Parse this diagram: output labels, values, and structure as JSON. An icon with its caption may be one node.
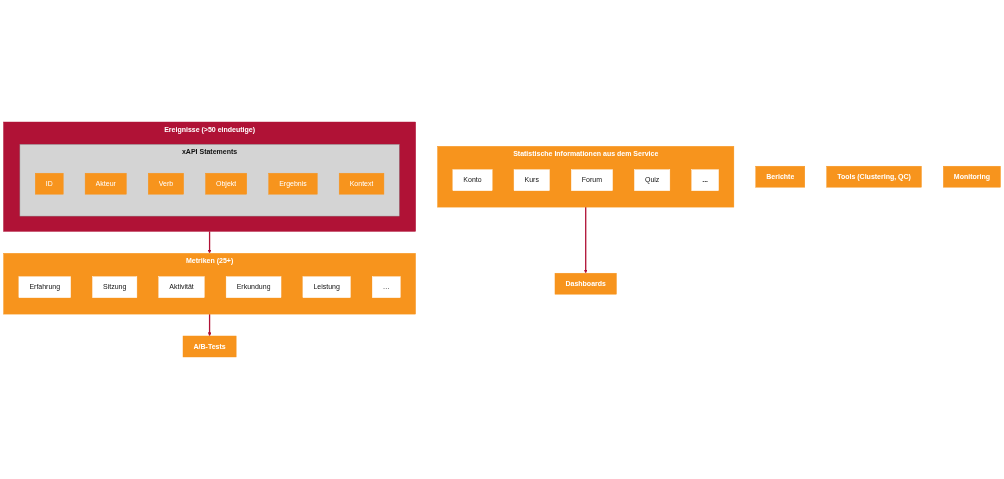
{
  "diagram": {
    "nodes": [
      {
        "text": [
          "Ereignisse (>50 eindeutige)"
        ]
      },
      {
        "text": [
          "xAPI Statements"
        ],
        "in": 0
      },
      {
        "text": [
          "ID"
        ],
        "in": 1
      },
      {
        "text": [
          "Akteur"
        ],
        "in": 1
      },
      {
        "text": [
          "Verb"
        ],
        "in": 1
      },
      {
        "text": [
          "Objekt"
        ],
        "in": 1
      },
      {
        "text": [
          "Ergebnis"
        ],
        "in": 1
      },
      {
        "text": [
          "Kontext"
        ],
        "in": 1
      },
      {
        "text": [
          "Statistische Informationen aus dem Service"
        ]
      },
      {
        "text": [
          "Konto"
        ],
        "in": 8
      },
      {
        "text": [
          "Kurs"
        ],
        "in": 8
      },
      {
        "text": [
          "Forum"
        ],
        "in": 8
      },
      {
        "text": [
          "Quiz"
        ],
        "in": 8
      },
      {
        "text": [
          "..."
        ],
        "in": 8
      },
      {
        "text": [
          "Metriken (25+)"
        ]
      },
      {
        "text": [
          "Erfahrung"
        ],
        "in": 14
      },
      {
        "text": [
          "Sitzung"
        ],
        "in": 14
      },
      {
        "text": [
          "Aktivität"
        ],
        "in": 14
      },
      {
        "text": [
          "Erkundung"
        ],
        "in": 14
      },
      {
        "text": [
          "Leistung"
        ],
        "in": 14
      },
      {
        "text": [
          "…"
        ],
        "in": 14
      },
      {
        "text": [
          "Dashboards"
        ]
      },
      {
        "text": [
          "Berichte"
        ]
      },
      {
        "text": [
          "A/B-Tests"
        ]
      },
      {
        "text": [
          "Tools (Clustering, QC)"
        ]
      },
      {
        "text": [
          "Monitoring"
        ]
      }
    ],
    "edges": [
      {
        "from": 0,
        "to": 14,
        "arrow": "to"
      },
      {
        "from": 8,
        "to": 21,
        "arrow": "to"
      },
      {
        "from": 14,
        "to": 23,
        "arrow": "to"
      }
    ]
  }
}
